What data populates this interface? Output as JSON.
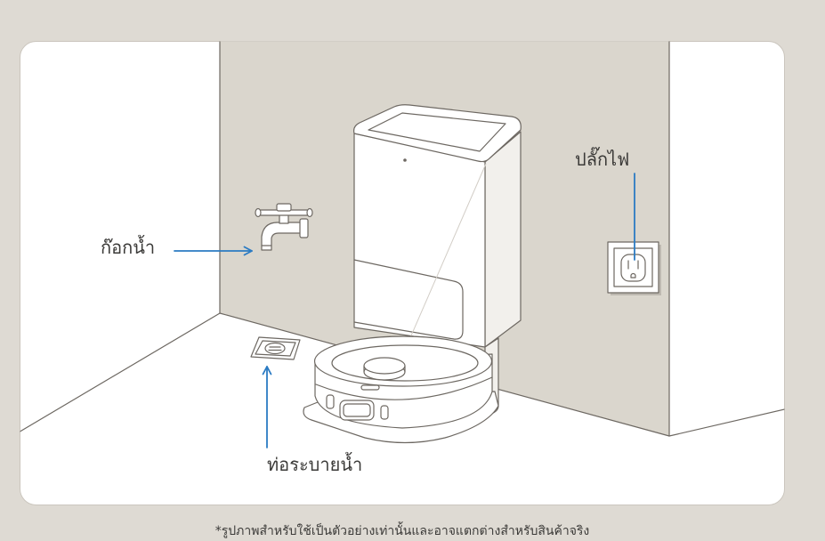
{
  "labels": {
    "faucet": "ก๊อกน้ำ",
    "plug": "ปลั๊กไฟ",
    "drain": "ท่อระบายน้ำ"
  },
  "footnote": "*รูปภาพสำหรับใช้เป็นตัวอย่างเท่านั้นและอาจแตกต่างสำหรับสินค้าจริง",
  "icons": [
    "faucet-icon",
    "power-outlet-icon",
    "floor-drain-icon",
    "robot-vacuum-dock-icon"
  ],
  "colors": {
    "background": "#dedad3",
    "card": "#ffffff",
    "wall": "#dad6cd",
    "line": "#6d6862",
    "callout": "#2b7bc3",
    "text": "#3b3a38"
  }
}
